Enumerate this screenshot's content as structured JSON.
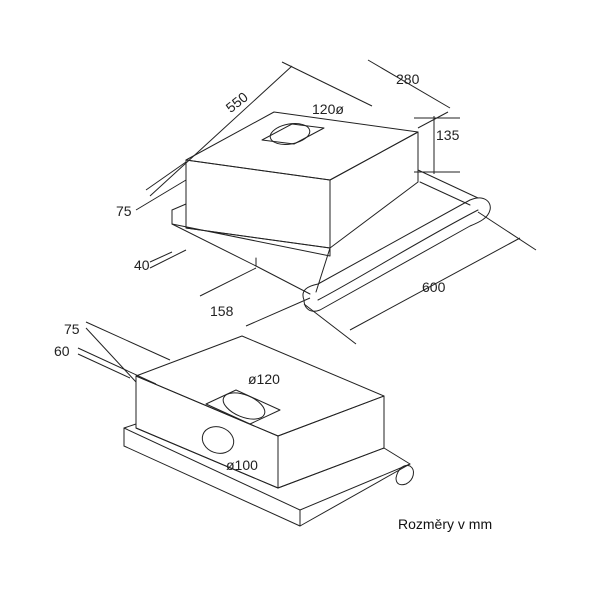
{
  "top_view": {
    "width_label": "550",
    "depth_label": "280",
    "height_label": "135",
    "outlet_label": "120ø",
    "left_offset_label": "75",
    "visor_height_label": "40",
    "visor_offset_label": "158",
    "visor_length_label": "600"
  },
  "bottom_view": {
    "left_offset_label": "75",
    "left_offset2_label": "60",
    "top_outlet_label": "ø120",
    "front_outlet_label": "ø100"
  },
  "caption": "Rozměry v mm",
  "colors": {
    "line": "#222222",
    "background": "#ffffff"
  }
}
